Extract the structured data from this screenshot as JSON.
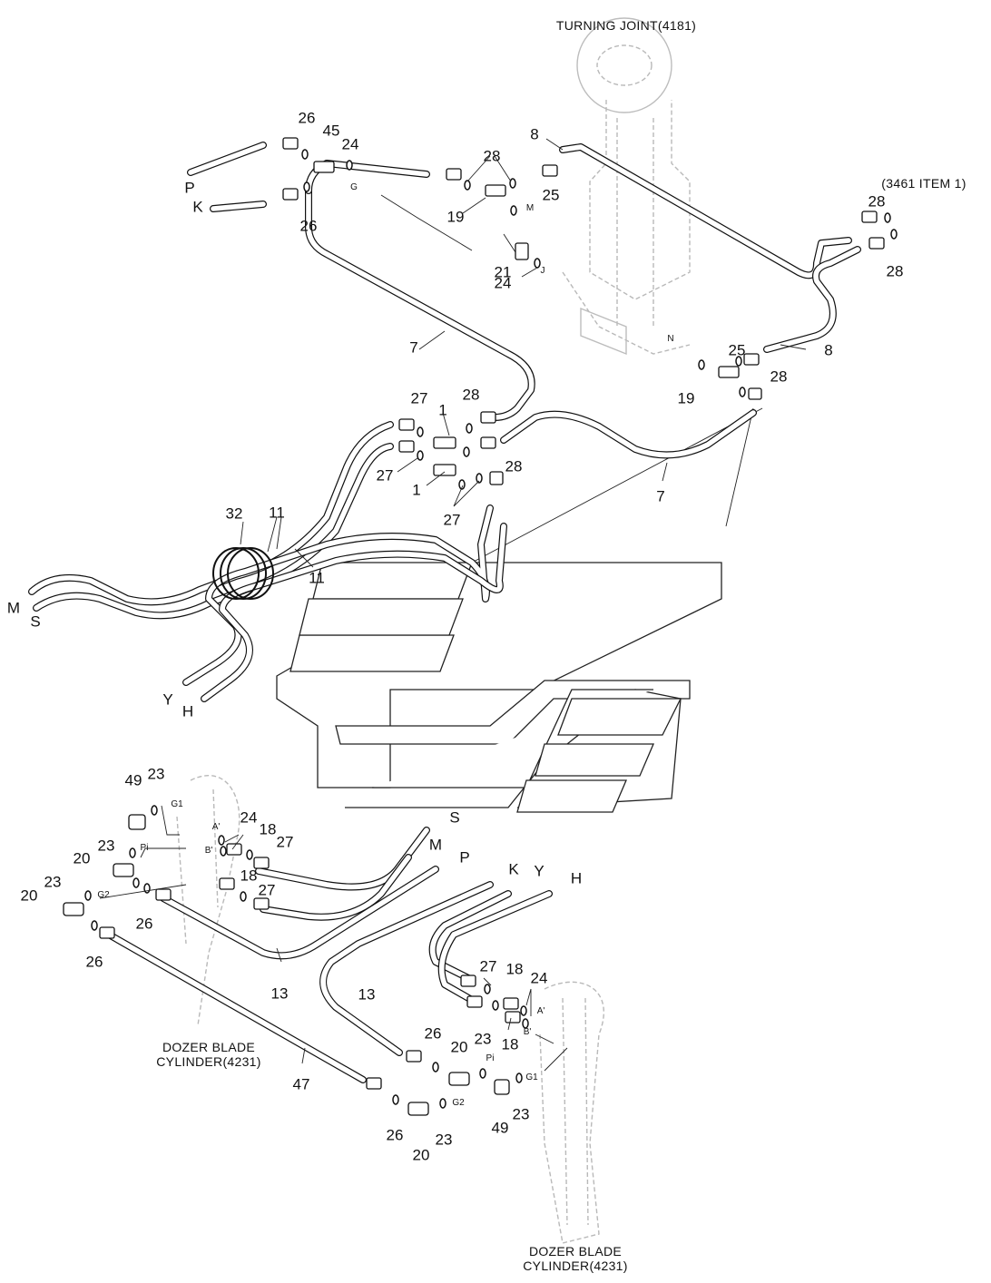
{
  "titles": {
    "turning_joint": "TURNING JOINT(4181)",
    "item_ref": "(3461 ITEM 1)",
    "dozer_left_line1": "DOZER BLADE",
    "dozer_left_line2": "CYLINDER(4231)",
    "dozer_bottom_line1": "DOZER BLADE",
    "dozer_bottom_line2": "CYLINDER(4231)"
  },
  "callouts": [
    "26",
    "45",
    "24",
    "26",
    "28",
    "8",
    "19",
    "25",
    "21",
    "24",
    "28",
    "28",
    "7",
    "27",
    "28",
    "1",
    "27",
    "1",
    "28",
    "27",
    "7",
    "25",
    "28",
    "19",
    "8",
    "32",
    "11",
    "11",
    "49",
    "23",
    "24",
    "18",
    "27",
    "23",
    "20",
    "18",
    "27",
    "23",
    "20",
    "26",
    "26",
    "13",
    "13",
    "47",
    "27",
    "18",
    "24",
    "26",
    "20",
    "23",
    "18",
    "49",
    "23",
    "26",
    "20",
    "23"
  ],
  "line_letters": [
    "P",
    "K",
    "M",
    "S",
    "Y",
    "H",
    "S",
    "M",
    "P",
    "K",
    "Y",
    "H"
  ],
  "port_labels": [
    "G",
    "M",
    "J",
    "N",
    "G1",
    "A'",
    "B'",
    "Pi",
    "G2",
    "A'",
    "B'",
    "Pi",
    "G1",
    "G2"
  ],
  "colors": {
    "line": "#111111",
    "ghost": "#b9b9b9",
    "background": "#ffffff"
  }
}
